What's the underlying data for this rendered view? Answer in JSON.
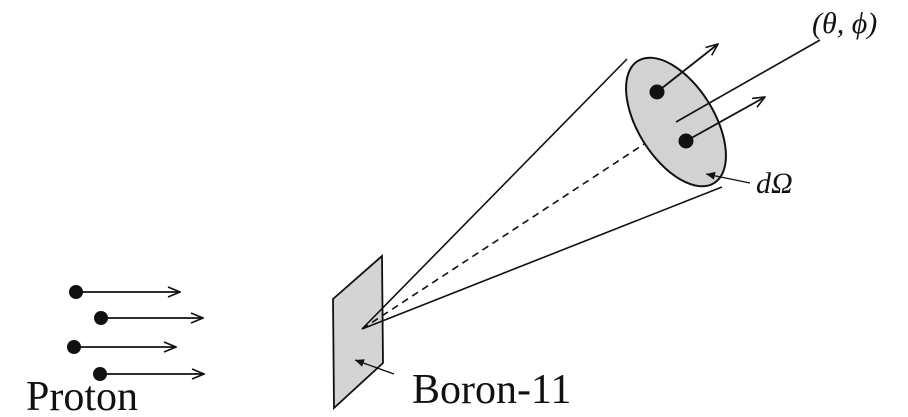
{
  "labels": {
    "proton": "Proton",
    "boron": "Boron-11",
    "angle": "(θ, ϕ)",
    "solid_angle": "dΩ"
  },
  "colors": {
    "ink": "#111111",
    "target_fill": "#d4d4d4",
    "disk_fill": "#d2d2d2"
  }
}
